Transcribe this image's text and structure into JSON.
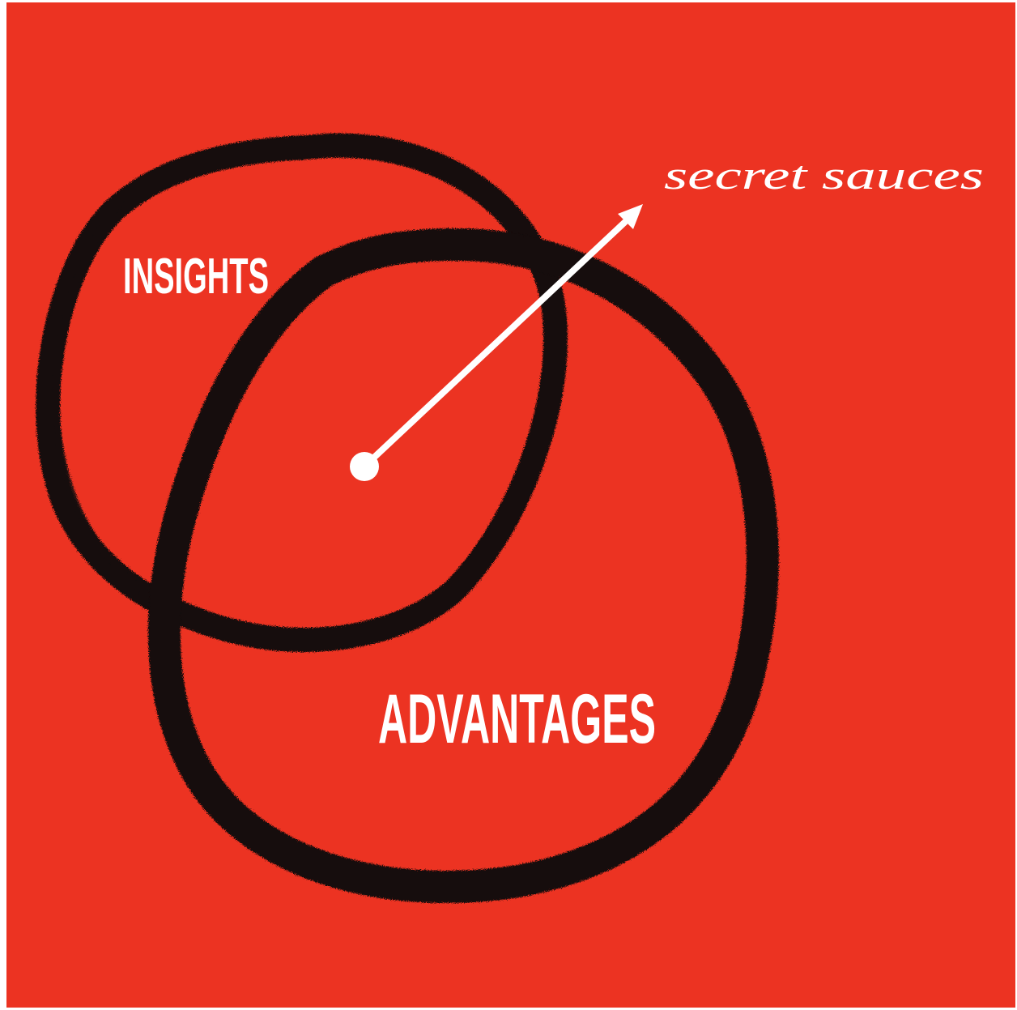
{
  "diagram": {
    "background_color": "#ec3322",
    "frame_color": "#ffffff",
    "ring_color": "#130a0a",
    "text_color": "#ffffff",
    "circles": [
      {
        "label": "INSIGHTS"
      },
      {
        "label": "ADVANTAGES"
      }
    ],
    "pointer": {
      "label": "secret sauces"
    }
  }
}
